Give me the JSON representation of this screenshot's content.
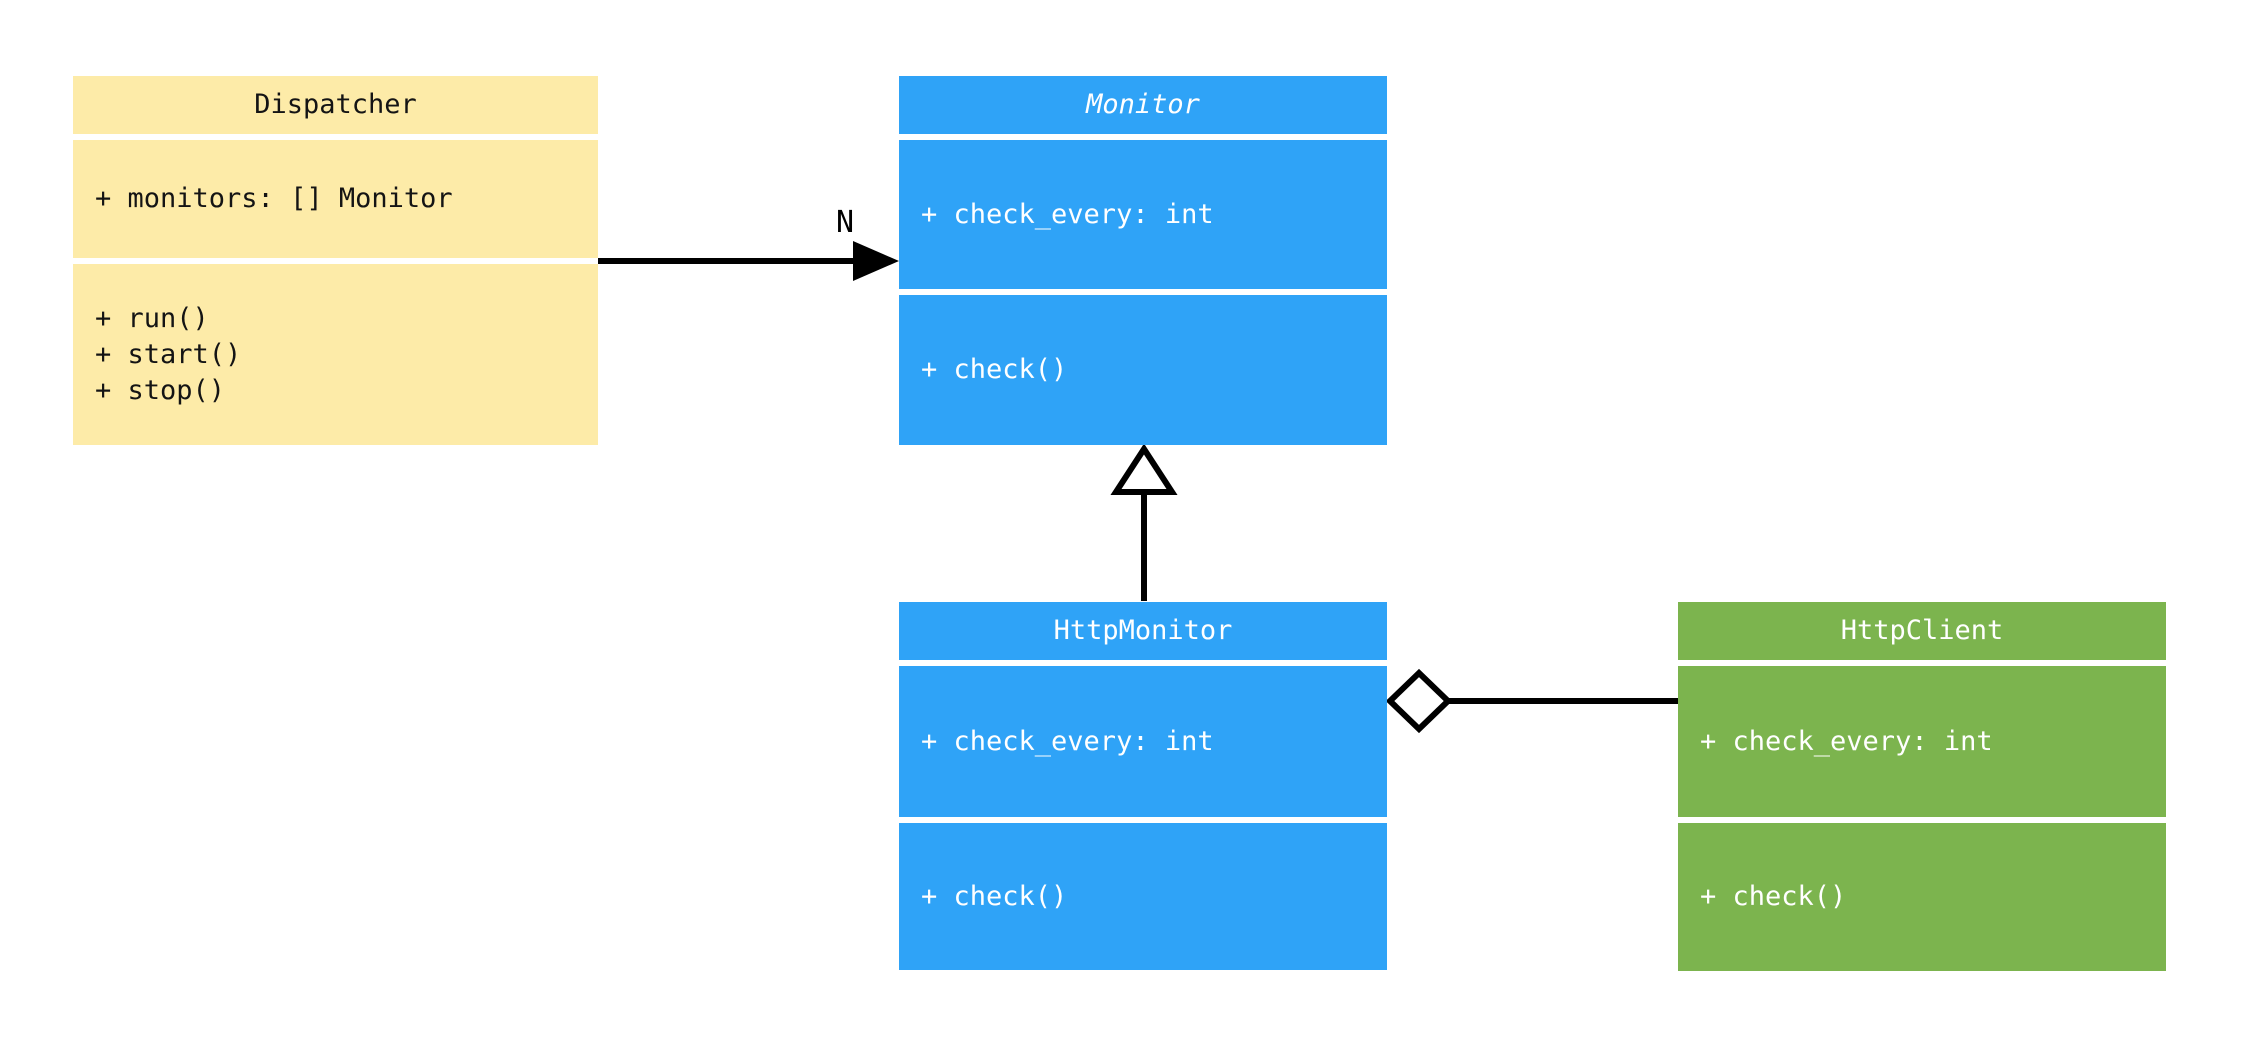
{
  "diagram_type": "uml-class-diagram",
  "background": "#FFFFFF",
  "edge_color": "#000000",
  "classes": {
    "dispatcher": {
      "name": "Dispatcher",
      "fill": "#FDEBA8",
      "text_color": "#141414",
      "attributes": [
        "+ monitors: [] Monitor"
      ],
      "methods": [
        "+ run()",
        "+ start()",
        "+ stop()"
      ]
    },
    "monitor": {
      "name": "Monitor",
      "abstract": true,
      "fill": "#2FA3F7",
      "text_color": "#FFFFFF",
      "attributes": [
        "+ check_every: int"
      ],
      "methods": [
        "+ check()"
      ]
    },
    "http_monitor": {
      "name": "HttpMonitor",
      "fill": "#2FA3F7",
      "text_color": "#FFFFFF",
      "attributes": [
        "+ check_every: int"
      ],
      "methods": [
        "+ check()"
      ]
    },
    "http_client": {
      "name": "HttpClient",
      "fill": "#7CB44E",
      "text_color": "#FFFFFF",
      "attributes": [
        "+ check_every: int"
      ],
      "methods": [
        "+ check()"
      ]
    }
  },
  "relationships": {
    "dispatcher_monitor": {
      "type": "directed-association",
      "from": "Dispatcher",
      "to": "Monitor",
      "label": "N",
      "arrowhead": "filled-triangle"
    },
    "httpmonitor_monitor": {
      "type": "inheritance",
      "from": "HttpMonitor",
      "to": "Monitor",
      "arrowhead": "hollow-triangle"
    },
    "httpmonitor_httpclient": {
      "type": "aggregation",
      "from": "HttpMonitor",
      "to": "HttpClient",
      "arrowhead": "hollow-diamond"
    }
  }
}
